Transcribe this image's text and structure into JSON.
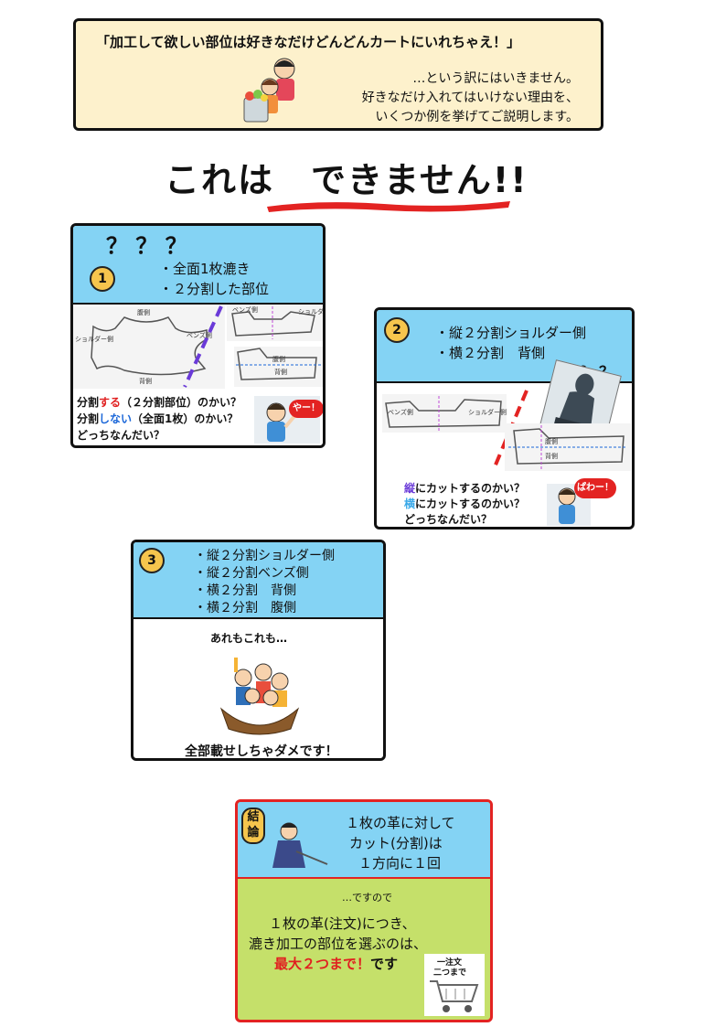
{
  "intro": {
    "quote": "「加工して欲しい部位は好きなだけどんどんカートにいれちゃえ！」",
    "line1": "…という訳にはいきません。",
    "line2": "好きなだけ入れてはいけない理由を、",
    "line3": "いくつか例を挙げてご説明します。"
  },
  "headline": "これは　できません!!",
  "case1": {
    "badge": "1",
    "marks": "？ ？ ？",
    "item1": "・全面1枚漉き",
    "item2": "・２分割した部位",
    "q1a": "分割",
    "q1b": "する",
    "q1c": "（２分割部位）のかい？",
    "q2a": "分割",
    "q2b": "しない",
    "q2c": "（全面1枚）のかい？",
    "q3": "どっちなんだい？",
    "bubble": "やー！",
    "labels": {
      "belly": "腹側",
      "shoulder": "ショルダー側",
      "bends": "ベンズ側",
      "back": "背側"
    }
  },
  "case2": {
    "badge": "2",
    "item1": "・縦２分割ショルダー側",
    "item2": "・横２分割　背側",
    "marks": "？ ？ ？",
    "q1a": "縦",
    "q1b": "にカットするのかい？",
    "q2a": "横",
    "q2b": "にカットするのかい？",
    "q3": "どっちなんだい？",
    "bubble": "ぱわー！",
    "labels": {
      "bends": "ベンズ側",
      "shoulder": "ショルダー側",
      "belly": "腹側",
      "back": "背側"
    }
  },
  "case3": {
    "badge": "3",
    "item1": "・縦２分割ショルダー側",
    "item2": "・縦２分割ベンズ側",
    "item3": "・横２分割　背側",
    "item4": "・横２分割　腹側",
    "lead": "あれもこれも…",
    "footer": "全部載せしちゃダメです！"
  },
  "conclusion": {
    "badge1": "結",
    "badge2": "論",
    "line1": "１枚の革に対して",
    "line2": "カット(分割)は",
    "line3": "１方向に１回",
    "so": "…ですので",
    "body1": "１枚の革(注文)につき、",
    "body2": "漉き加工の部位を選ぶのは、",
    "body3a": "最大２つまで！",
    "body3b": "です",
    "cart_label1": "一注文",
    "cart_label2": "二つまで"
  },
  "colors": {
    "panel_blue": "#84d3f4",
    "intro_bg": "#fdf1cc",
    "conclusion_green": "#c5e06a",
    "alert_red": "#e02020"
  }
}
